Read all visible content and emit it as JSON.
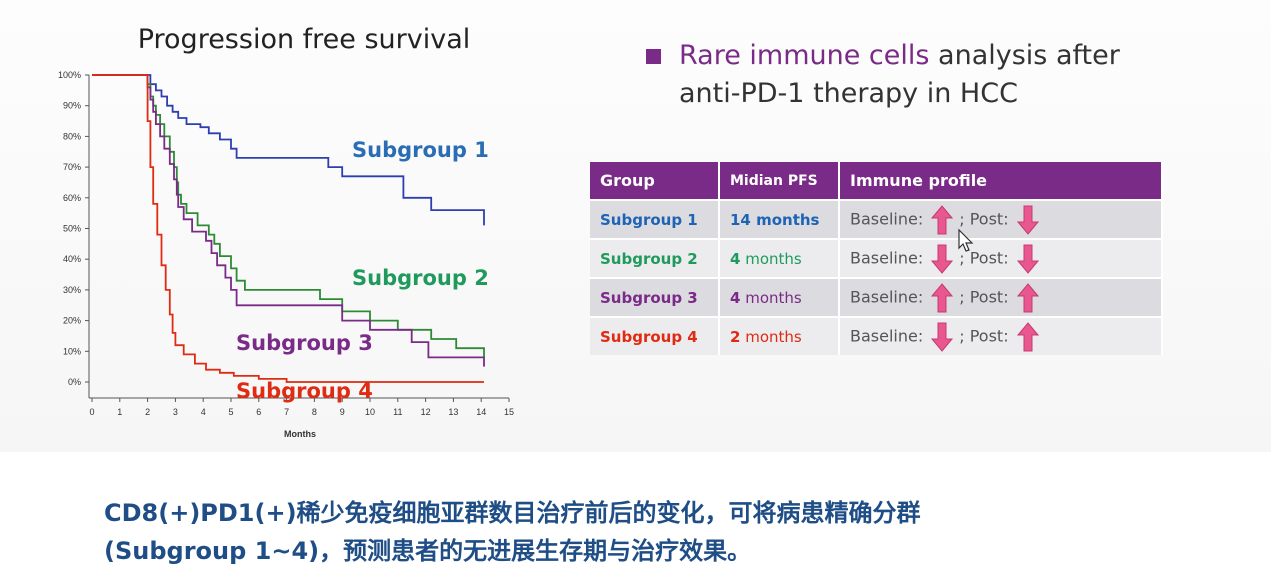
{
  "chart_data": {
    "type": "line",
    "title": "Progression free survival",
    "xlabel": "Months",
    "ylabel": "",
    "xlim": [
      0,
      15
    ],
    "ylim": [
      0,
      100
    ],
    "x_ticks": [
      "0",
      "1",
      "2",
      "3",
      "4",
      "5",
      "6",
      "7",
      "8",
      "9",
      "10",
      "11",
      "12",
      "13",
      "14",
      "15"
    ],
    "y_ticks": [
      "0%",
      "10%",
      "20%",
      "30%",
      "40%",
      "50%",
      "60%",
      "70%",
      "80%",
      "90%",
      "100%"
    ],
    "grid": false,
    "series": [
      {
        "name": "Subgroup 1",
        "color": "#2d3fb0",
        "label_color": "#2a6db5",
        "step": true,
        "points": [
          [
            0,
            100
          ],
          [
            1.9,
            100
          ],
          [
            2.1,
            97
          ],
          [
            2.3,
            95
          ],
          [
            2.5,
            93
          ],
          [
            2.7,
            90
          ],
          [
            2.9,
            88
          ],
          [
            3.1,
            86
          ],
          [
            3.4,
            84
          ],
          [
            3.9,
            83
          ],
          [
            4.2,
            81
          ],
          [
            4.6,
            79
          ],
          [
            5.0,
            76
          ],
          [
            5.2,
            73
          ],
          [
            6.0,
            73
          ],
          [
            7.5,
            73
          ],
          [
            8.5,
            70
          ],
          [
            9.0,
            67
          ],
          [
            10.2,
            67
          ],
          [
            11.2,
            60
          ],
          [
            12.2,
            56
          ],
          [
            14.0,
            56
          ],
          [
            14.1,
            51
          ]
        ]
      },
      {
        "name": "Subgroup 2",
        "color": "#2e8b35",
        "label_color": "#1f9a5c",
        "step": true,
        "points": [
          [
            0,
            100
          ],
          [
            1.9,
            100
          ],
          [
            2.0,
            97
          ],
          [
            2.1,
            93
          ],
          [
            2.2,
            90
          ],
          [
            2.3,
            87
          ],
          [
            2.45,
            84
          ],
          [
            2.6,
            80
          ],
          [
            2.8,
            75
          ],
          [
            2.95,
            70
          ],
          [
            3.05,
            65
          ],
          [
            3.1,
            61
          ],
          [
            3.2,
            58
          ],
          [
            3.4,
            55
          ],
          [
            3.8,
            51
          ],
          [
            4.2,
            48
          ],
          [
            4.4,
            45
          ],
          [
            4.6,
            41
          ],
          [
            5.0,
            37
          ],
          [
            5.2,
            33
          ],
          [
            5.5,
            30
          ],
          [
            7.0,
            30
          ],
          [
            8.2,
            27
          ],
          [
            9.0,
            23
          ],
          [
            10.0,
            20
          ],
          [
            11.0,
            17
          ],
          [
            12.2,
            14
          ],
          [
            13.1,
            11
          ],
          [
            14.1,
            8
          ]
        ]
      },
      {
        "name": "Subgroup 3",
        "color": "#7a2a87",
        "label_color": "#7a2a87",
        "step": true,
        "points": [
          [
            0,
            100
          ],
          [
            1.9,
            100
          ],
          [
            2.0,
            96
          ],
          [
            2.1,
            92
          ],
          [
            2.2,
            88
          ],
          [
            2.3,
            84
          ],
          [
            2.45,
            80
          ],
          [
            2.6,
            76
          ],
          [
            2.8,
            71
          ],
          [
            2.95,
            66
          ],
          [
            3.05,
            61
          ],
          [
            3.1,
            57
          ],
          [
            3.3,
            53
          ],
          [
            3.6,
            49
          ],
          [
            4.1,
            46
          ],
          [
            4.3,
            42
          ],
          [
            4.5,
            38
          ],
          [
            4.8,
            34
          ],
          [
            5.0,
            30
          ],
          [
            5.2,
            25
          ],
          [
            8.0,
            25
          ],
          [
            9.0,
            20
          ],
          [
            10.0,
            17
          ],
          [
            11.5,
            13
          ],
          [
            12.1,
            8
          ],
          [
            14.0,
            8
          ],
          [
            14.1,
            5
          ]
        ]
      },
      {
        "name": "Subgroup 4",
        "color": "#e02a12",
        "label_color": "#e02a12",
        "step": true,
        "points": [
          [
            0,
            100
          ],
          [
            1.9,
            100
          ],
          [
            2.0,
            85
          ],
          [
            2.1,
            70
          ],
          [
            2.2,
            58
          ],
          [
            2.35,
            48
          ],
          [
            2.5,
            38
          ],
          [
            2.65,
            30
          ],
          [
            2.8,
            22
          ],
          [
            2.9,
            16
          ],
          [
            3.0,
            12
          ],
          [
            3.3,
            9
          ],
          [
            3.7,
            6
          ],
          [
            4.1,
            4
          ],
          [
            4.6,
            3
          ],
          [
            5.1,
            2
          ],
          [
            6.0,
            1
          ],
          [
            7.0,
            0
          ],
          [
            14.1,
            0
          ]
        ]
      }
    ]
  },
  "heading": {
    "highlight": "Rare immune cells",
    "rest": " analysis after",
    "line2": "anti-PD-1 therapy in HCC"
  },
  "table": {
    "columns": [
      "Group",
      "Midian PFS",
      "Immune profile"
    ],
    "rows": [
      {
        "group": "Subgroup 1",
        "pfs": "14 months",
        "color": "#1f63b5",
        "baseline_label": "Baseline:",
        "baseline": "up",
        "post_label": "; Post:",
        "post": "down"
      },
      {
        "group": "Subgroup 2",
        "pfs": "4 months",
        "color": "#1f9a5c",
        "baseline_label": "Baseline:",
        "baseline": "down",
        "post_label": "; Post:",
        "post": "down"
      },
      {
        "group": "Subgroup 3",
        "pfs": "4 months",
        "color": "#7a2a87",
        "baseline_label": "Baseline:",
        "baseline": "up",
        "post_label": "; Post:",
        "post": "up"
      },
      {
        "group": "Subgroup 4",
        "pfs": "2 months",
        "color": "#e02a12",
        "baseline_label": "Baseline:",
        "baseline": "down",
        "post_label": "; Post:",
        "post": "up"
      }
    ]
  },
  "caption": {
    "line1": "CD8(+)PD1(+)稀少免疫细胞亚群数目治疗前后的变化，可将病患精确分群",
    "line2": "(Subgroup 1~4)，预测患者的无进展生存期与治疗效果。"
  },
  "colors": {
    "accent_purple": "#7a2a87",
    "arrow_pink": "#e8578f",
    "caption_blue": "#1f4e86"
  },
  "icons": {
    "up": "up-arrow-icon",
    "down": "down-arrow-icon",
    "bullet": "square-bullet-icon"
  }
}
